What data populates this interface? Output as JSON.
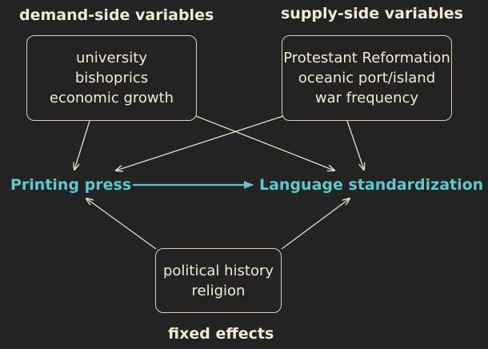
{
  "headings": {
    "demand": "demand-side variables",
    "supply": "supply-side variables",
    "fixed": "fixed effects"
  },
  "demand_box": {
    "lines": [
      "university",
      "bishoprics",
      "economic growth"
    ]
  },
  "supply_box": {
    "lines": [
      "Protestant Reformation",
      "oceanic port/island",
      "war frequency"
    ]
  },
  "fixed_box": {
    "lines": [
      "political history",
      "religion"
    ]
  },
  "nodes": {
    "printing_press": "Printing press",
    "language_standardization": "Language standardization"
  },
  "colors": {
    "background": "#232323",
    "text": "#f1ead5",
    "accent": "#5ec8cc",
    "border": "#d8d0b8"
  }
}
